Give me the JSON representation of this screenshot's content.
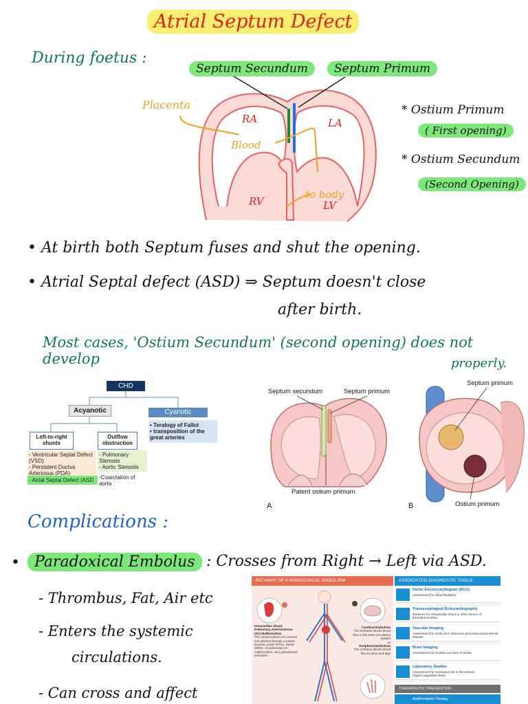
{
  "title": "Atrial Septum Defect",
  "during_foetus": "During foetus :",
  "heart_labels": {
    "septum_secundum": "Septum Secundum",
    "septum_primum": "Septum Primum",
    "placenta": "Placenta",
    "blood": "Blood",
    "ra": "RA",
    "la": "LA",
    "rv": "RV",
    "lv": "LV",
    "to_body": "to body"
  },
  "side_notes": {
    "ostium_primum": "* Ostium Primum",
    "first_opening": "( First opening)",
    "ostium_secundum": "* Ostium Secundum",
    "second_opening": "(Second Opening)"
  },
  "bullets": {
    "b1": "• At birth both Septum fuses and shut the opening.",
    "b2": "• Atrial Septal defect (ASD) ⇒ Septum doesn't close",
    "b2_cont": "after birth."
  },
  "most_cases": "Most cases, 'Ostium Secundum' (second opening) does not develop",
  "properly": "properly.",
  "chd_tree": {
    "root": "CHD",
    "acyanotic": "Acyanotic",
    "cyanotic": "Cyanotic",
    "cyanotic_items": [
      "• Teralogy of Fallot",
      "• transposition of the great arteries"
    ],
    "left_to_right": "Left-to-right shunts",
    "outflow": "Outflow obstruction",
    "ltr_items": [
      "- Ventricular Septal Defect (VSD)",
      "- Persistent Ductus Arteriosus (PDA)"
    ],
    "asd_item": "- Atrial Septal Defect (ASD",
    "outflow_items": [
      "- Pulmonary Stenosis",
      "- Aortic Stenosis"
    ],
    "outflow_extra": "-Coarctation of aorta"
  },
  "figure_a": {
    "septum_secundum": "Septum secundum",
    "septum_primum": "Septum primum",
    "patent_ostium": "Patent ostium primum",
    "letter": "A"
  },
  "figure_b": {
    "septum_primum": "Septum primum",
    "ostium_primum": "Ostium primum",
    "letter": "B"
  },
  "complications": "Complications :",
  "paradoxical": "Paradoxical Embolus",
  "paradoxical_desc": ": Crosses from Right → Left via ASD.",
  "sub_items": {
    "s1": "- Thrombus, Fat, Air etc",
    "s2": "- Enters the systemic",
    "s2_cont": "circulations.",
    "s3": "- Can cross and affect"
  },
  "infographic": {
    "left_header": "PATHWAY OF A PARADOXICAL EMBOLISM",
    "right_header": "ASSOCIATED DIAGNOSTIC TOOLS",
    "left_text_1_title": "Intracardiac Shunt, Pulmonary Arteriovenous (AV) Malformation",
    "left_text_1": "The venous blood clot crosses into arteries through a patent foramen ovale (PFO), septal defect, or pulmonary AV malformation, as a paradoxical embolism.",
    "right_text_1_title": "Cerebral Embolism",
    "right_text_1": "The embolus blocks blood flow to the brain circulatory system",
    "right_text_or": "or",
    "right_text_2_title": "Peripheral Embolism",
    "right_text_2": "The embolus blocks blood flow to arms and legs",
    "tools": [
      {
        "title": "Holter Electrocardiogram (ECG)",
        "desc": "Assessment for atrial fibrillation"
      },
      {
        "title": "Transesophageal Echocardiography",
        "desc": "Evidence for intracardiac shunt or other source of thromboembolism"
      },
      {
        "title": "Vascular Imaging",
        "desc": "Assessment for aortic arch atheroma and extracranial arterial disease"
      },
      {
        "title": "Brain Imaging",
        "desc": "Assessment for location and size of stroke"
      },
      {
        "title": "Laboratory Studies",
        "desc": "Assessment for increased risk of thrombosis (hypercoagulable state)"
      }
    ],
    "prevention_header": "THERAPEUTIC PREVENTION",
    "prevention_item": "Antithrombotic Therapy"
  },
  "colors": {
    "title_red": "#e0201c",
    "highlight_yellow": "#f9ef6e",
    "highlight_green": "#7de87a",
    "note_green": "#0b7a50",
    "complication_blue": "#1c63c9",
    "heart_pink": "#f39b9b",
    "arrow_orange": "#f0a020"
  }
}
